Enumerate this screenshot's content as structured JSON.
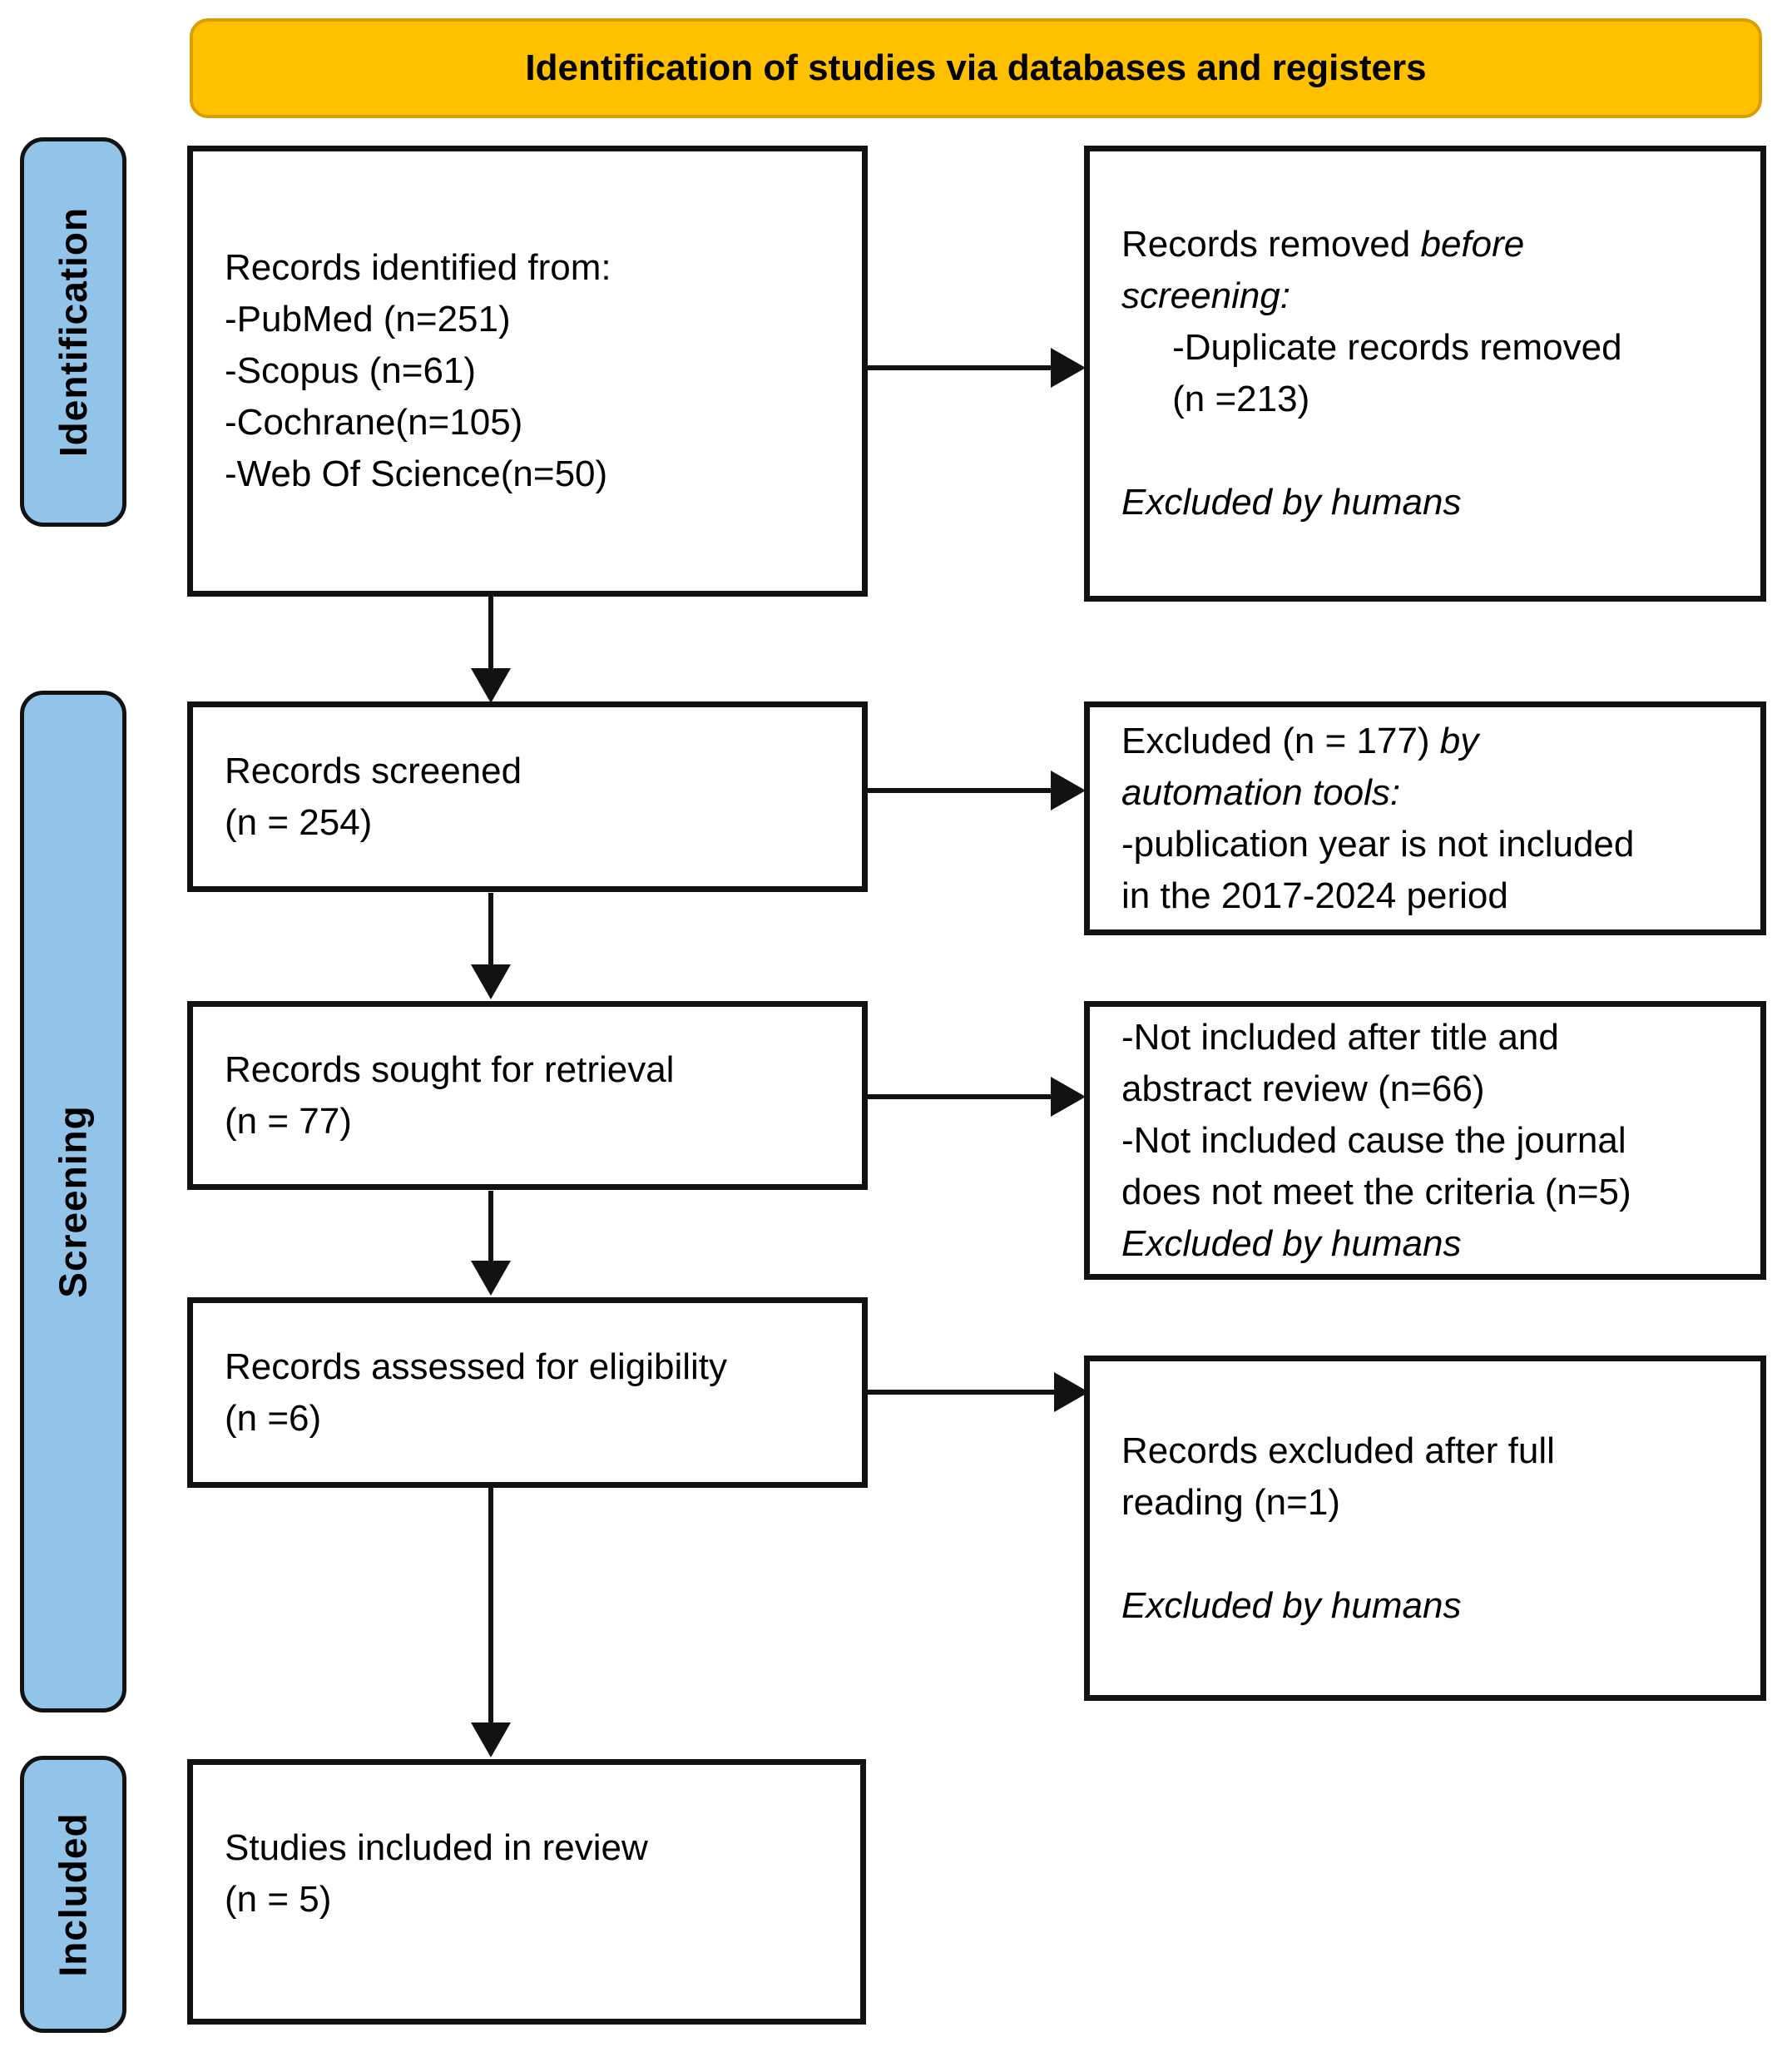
{
  "banner": {
    "label": "Identification of studies via databases and registers"
  },
  "sidebar": {
    "identification": "Identification",
    "screening": "Screening",
    "included": "Included"
  },
  "flow": {
    "identified": {
      "lines": [
        [
          [
            "Records identified from:",
            false
          ]
        ],
        [
          [
            "-PubMed (n=251)",
            false
          ]
        ],
        [
          [
            "-Scopus (n=61)",
            false
          ]
        ],
        [
          [
            "-Cochrane(n=105)",
            false
          ]
        ],
        [
          [
            "-Web Of Science(n=50)",
            false
          ]
        ]
      ]
    },
    "removed_before_screening": {
      "lines": [
        [
          [
            "Records removed ",
            false
          ],
          [
            "before",
            true
          ]
        ],
        [
          [
            "screening:",
            true
          ]
        ],
        [
          [
            "     -Duplicate records removed",
            false
          ]
        ],
        [
          [
            "     (n =213)",
            false
          ]
        ],
        [],
        [
          [
            "Excluded by humans",
            true
          ]
        ]
      ]
    },
    "screened": {
      "lines": [
        [
          [
            "Records screened",
            false
          ]
        ],
        [
          [
            "(n = 254)",
            false
          ]
        ]
      ]
    },
    "excluded_automation": {
      "lines": [
        [
          [
            "Excluded (n = 177) ",
            false
          ],
          [
            "by",
            true
          ]
        ],
        [
          [
            "automation tools:",
            true
          ]
        ],
        [
          [
            "-publication year is not included",
            false
          ]
        ],
        [
          [
            "in the 2017-2024 period",
            false
          ]
        ]
      ]
    },
    "sought": {
      "lines": [
        [
          [
            "Records sought for retrieval",
            false
          ]
        ],
        [
          [
            "(n = 77)",
            false
          ]
        ]
      ]
    },
    "not_included_review": {
      "lines": [
        [
          [
            "-Not included after title and",
            false
          ]
        ],
        [
          [
            "abstract review (n=66)",
            false
          ]
        ],
        [
          [
            "-Not included cause the journal",
            false
          ]
        ],
        [
          [
            "does not meet the criteria (n=5)",
            false
          ]
        ],
        [
          [
            "Excluded by humans",
            true
          ]
        ]
      ]
    },
    "assessed": {
      "lines": [
        [
          [
            "Records assessed for eligibility",
            false
          ]
        ],
        [
          [
            "(n =6)",
            false
          ]
        ]
      ]
    },
    "excluded_full_reading": {
      "lines": [
        [
          [
            "Records excluded after full",
            false
          ]
        ],
        [
          [
            "reading (n=1)",
            false
          ]
        ],
        [],
        [
          [
            "Excluded by humans",
            true
          ]
        ]
      ]
    },
    "included_review": {
      "lines": [
        [
          [
            "Studies included in review",
            false
          ]
        ],
        [
          [
            "(n = 5)",
            false
          ]
        ]
      ]
    }
  },
  "colors": {
    "banner_fill": "#FFC000",
    "banner_border": "#DB9E00",
    "sidebar_fill": "#92C3E8",
    "line": "#121212",
    "text": "#000000"
  }
}
